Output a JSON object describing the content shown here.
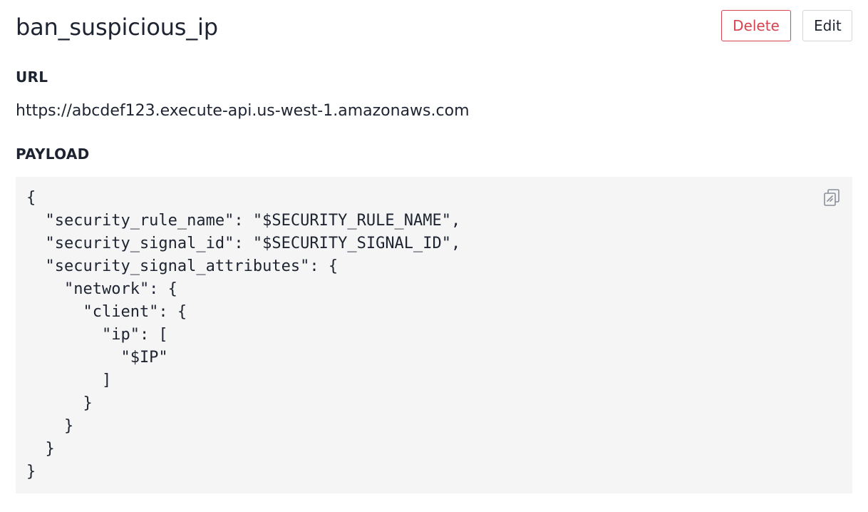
{
  "header": {
    "title": "ban_suspicious_ip",
    "delete_label": "Delete",
    "edit_label": "Edit"
  },
  "url": {
    "label": "URL",
    "value": "https://abcdef123.execute-api.us-west-1.amazonaws.com"
  },
  "payload": {
    "label": "PAYLOAD",
    "code": "{\n  \"security_rule_name\": \"$SECURITY_RULE_NAME\",\n  \"security_signal_id\": \"$SECURITY_SIGNAL_ID\",\n  \"security_signal_attributes\": {\n    \"network\": {\n      \"client\": {\n        \"ip\": [\n          \"$IP\"\n        ]\n      }\n    }\n  }\n}",
    "copy_icon": "copy-icon"
  },
  "colors": {
    "danger": "#d6434f",
    "text": "#1d2330",
    "code_background": "#f5f5f5",
    "border": "#d4d6db"
  }
}
